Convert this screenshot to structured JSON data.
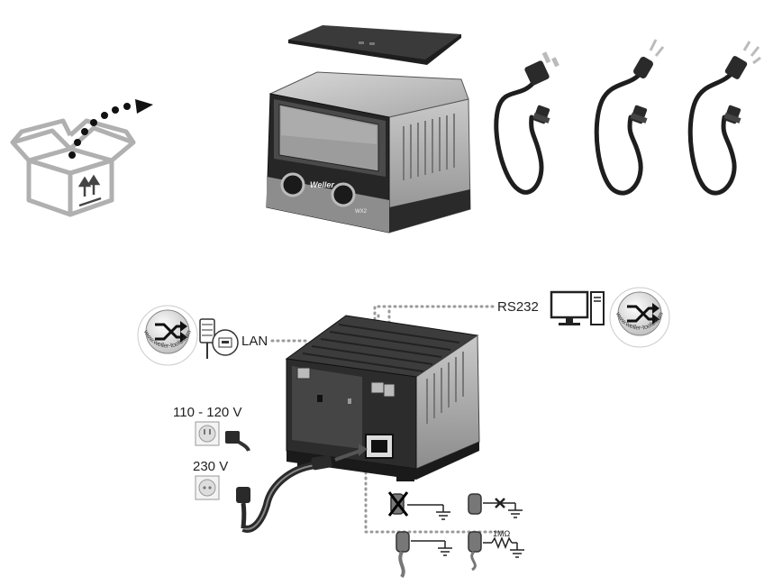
{
  "labels": {
    "rs232": "RS232",
    "lan": "LAN",
    "voltage_low": "110 - 120 V",
    "voltage_high": "230 V",
    "resistance": "1MΩ",
    "brand": "Weller",
    "model": "WX2",
    "website": "www.weller-tools.com"
  },
  "icons": [
    "open-box-icon",
    "station-lid",
    "soldering-station",
    "uk-power-cord",
    "eu-power-cord",
    "us-power-cord",
    "web-globe-icon",
    "computer-icon",
    "network-adapter-icon",
    "wall-socket-icon",
    "ground-icon",
    "resistor-icon"
  ],
  "colors": {
    "device_dark": "#2a2a2a",
    "device_mid": "#8a8a8a",
    "device_light": "#c8c8c8",
    "dotted_line": "#9a9a9a",
    "text": "#222222"
  }
}
